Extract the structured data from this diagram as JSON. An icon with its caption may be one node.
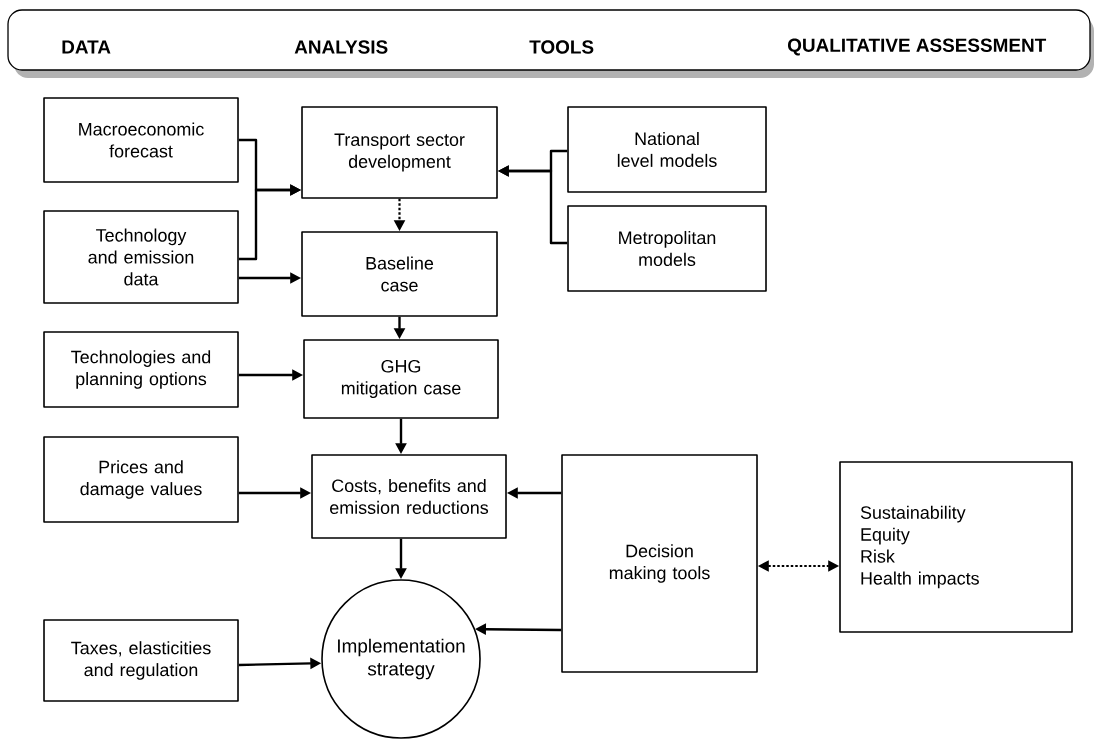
{
  "diagram": {
    "nodes": [
      {
        "text": [
          "DATA",
          "ANALYSIS",
          "TOOLS",
          "QUALITATIVE ASSESSMENT"
        ]
      },
      {
        "text": [
          "Macroeconomic forecast"
        ]
      },
      {
        "text": [
          "Technology and emission data"
        ]
      },
      {
        "text": [
          "Technologies and planning options"
        ]
      },
      {
        "text": [
          "Prices and damage values"
        ]
      },
      {
        "text": [
          "Taxes, elasticities and regulation"
        ]
      },
      {
        "text": [
          "Transport sector development"
        ]
      },
      {
        "text": [
          "Baseline case"
        ]
      },
      {
        "text": [
          "GHG mitigation case"
        ]
      },
      {
        "text": [
          "Costs, benefits and emission reductions"
        ]
      },
      {
        "text": [
          "Implementation strategy"
        ]
      },
      {
        "text": [
          "National level models"
        ]
      },
      {
        "text": [
          "Metropolitan models"
        ]
      },
      {
        "text": [
          "Decision making tools"
        ]
      },
      {
        "text": [
          "Sustainability",
          "Equity",
          "Risk",
          "Health impacts"
        ]
      }
    ],
    "edges": [
      {
        "from": 1,
        "to": 6,
        "arrow": "to"
      },
      {
        "from": 2,
        "to": 6,
        "arrow": "to"
      },
      {
        "from": 2,
        "to": 7,
        "arrow": "to"
      },
      {
        "from": 3,
        "to": 8,
        "arrow": "to"
      },
      {
        "from": 4,
        "to": 9,
        "arrow": "to"
      },
      {
        "from": 5,
        "to": 10,
        "arrow": "to"
      },
      {
        "from": 6,
        "to": 7,
        "arrow": "to",
        "style": "dashed"
      },
      {
        "from": 7,
        "to": 8,
        "arrow": "to"
      },
      {
        "from": 8,
        "to": 9,
        "arrow": "to"
      },
      {
        "from": 9,
        "to": 10,
        "arrow": "to"
      },
      {
        "from": 11,
        "to": 6,
        "arrow": "to"
      },
      {
        "from": 12,
        "to": 6,
        "arrow": "to"
      },
      {
        "from": 13,
        "to": 9,
        "arrow": "to"
      },
      {
        "from": 13,
        "to": 10,
        "arrow": "to"
      },
      {
        "from": 13,
        "to": 14,
        "arrow": "both",
        "style": "dashed"
      }
    ]
  }
}
